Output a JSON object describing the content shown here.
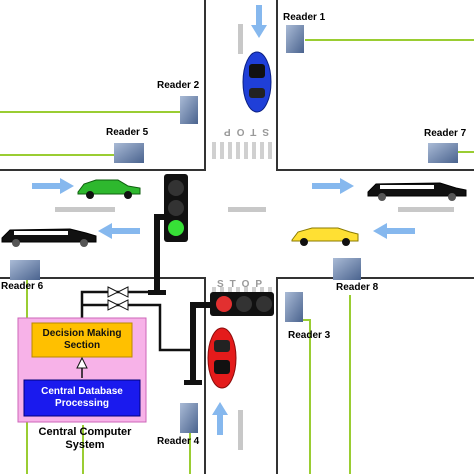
{
  "readers": {
    "r1": "Reader 1",
    "r2": "Reader 2",
    "r3": "Reader 3",
    "r4": "Reader 4",
    "r5": "Reader 5",
    "r6": "Reader 6",
    "r7": "Reader 7",
    "r8": "Reader 8"
  },
  "stop_top": "STOP",
  "stop_bottom": "STOP",
  "decision": "Decision Making Section",
  "database": "Central Database Processing",
  "central": "Central Computer System",
  "colors": {
    "road_edge": "#333333",
    "reader": "#6f86aa",
    "reader_wire": "#9acd32",
    "arrow": "#86b8ee",
    "decision_fill": "#ffc000",
    "database_fill": "#1a1aee",
    "system_fill": "#f7b2e8",
    "car_blue": "#1f3fd8",
    "car_red": "#e41b1b",
    "car_green": "#2eb82e",
    "car_yellow": "#ffe033"
  }
}
